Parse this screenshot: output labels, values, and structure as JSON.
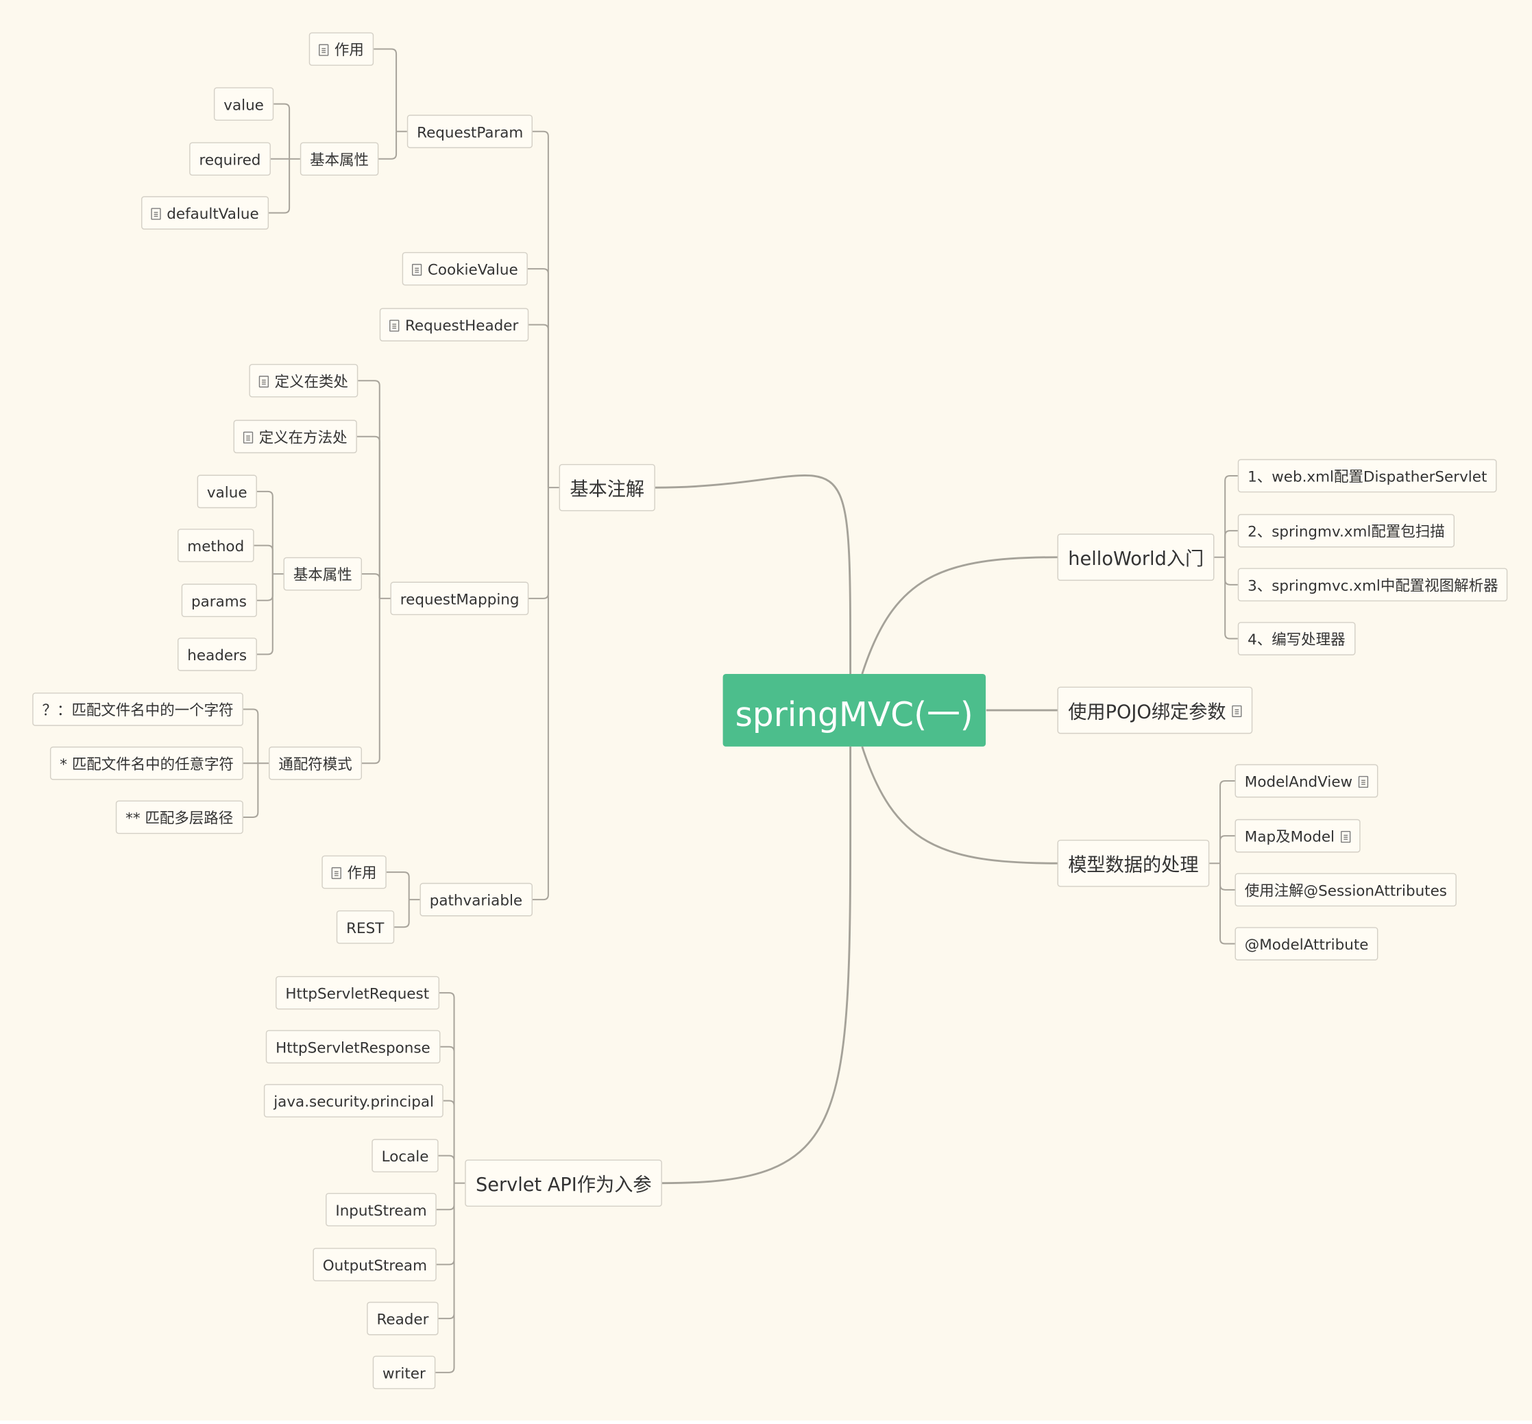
{
  "root": {
    "label": "springMVC(一)"
  },
  "left": [
    {
      "label": "基本注解",
      "children": [
        {
          "label": "RequestParam",
          "children": [
            {
              "label": "作用",
              "note": true
            },
            {
              "label": "基本属性",
              "children": [
                {
                  "label": "value"
                },
                {
                  "label": "required"
                },
                {
                  "label": "defaultValue",
                  "note": true
                }
              ]
            }
          ]
        },
        {
          "label": "CookieValue",
          "note": true
        },
        {
          "label": "RequestHeader",
          "note": true
        },
        {
          "label": "requestMapping",
          "children": [
            {
              "label": "定义在类处",
              "note": true
            },
            {
              "label": "定义在方法处",
              "note": true
            },
            {
              "label": "基本属性",
              "children": [
                {
                  "label": "value"
                },
                {
                  "label": "method"
                },
                {
                  "label": "params"
                },
                {
                  "label": "headers"
                }
              ]
            },
            {
              "label": "通配符模式",
              "children": [
                {
                  "label": "？：匹配文件名中的一个字符"
                },
                {
                  "label": "* 匹配文件名中的任意字符"
                },
                {
                  "label": "** 匹配多层路径"
                }
              ]
            }
          ]
        },
        {
          "label": "pathvariable",
          "children": [
            {
              "label": "作用",
              "note": true
            },
            {
              "label": "REST"
            }
          ]
        }
      ]
    },
    {
      "label": "Servlet API作为入参",
      "children": [
        {
          "label": "HttpServletRequest"
        },
        {
          "label": "HttpServletResponse"
        },
        {
          "label": "java.security.principal"
        },
        {
          "label": "Locale"
        },
        {
          "label": "InputStream"
        },
        {
          "label": "OutputStream"
        },
        {
          "label": "Reader"
        },
        {
          "label": "writer"
        }
      ]
    }
  ],
  "right": [
    {
      "label": "helloWorld入门",
      "children": [
        {
          "label": "1、web.xml配置DispatherServlet"
        },
        {
          "label": "2、springmv.xml配置包扫描"
        },
        {
          "label": "3、springmvc.xml中配置视图解析器"
        },
        {
          "label": "4、编写处理器"
        }
      ]
    },
    {
      "label": "使用POJO绑定参数",
      "note": true
    },
    {
      "label": "模型数据的处理",
      "children": [
        {
          "label": "ModelAndView",
          "note": true
        },
        {
          "label": "Map及Model",
          "note": true
        },
        {
          "label": "使用注解@SessionAttributes"
        },
        {
          "label": "@ModelAttribute"
        }
      ]
    }
  ],
  "colors": {
    "root_fill": "#4cbe8c",
    "background": "#fdf9ee",
    "connector": "#a8a49b"
  },
  "icons": {
    "note": "note-icon"
  }
}
